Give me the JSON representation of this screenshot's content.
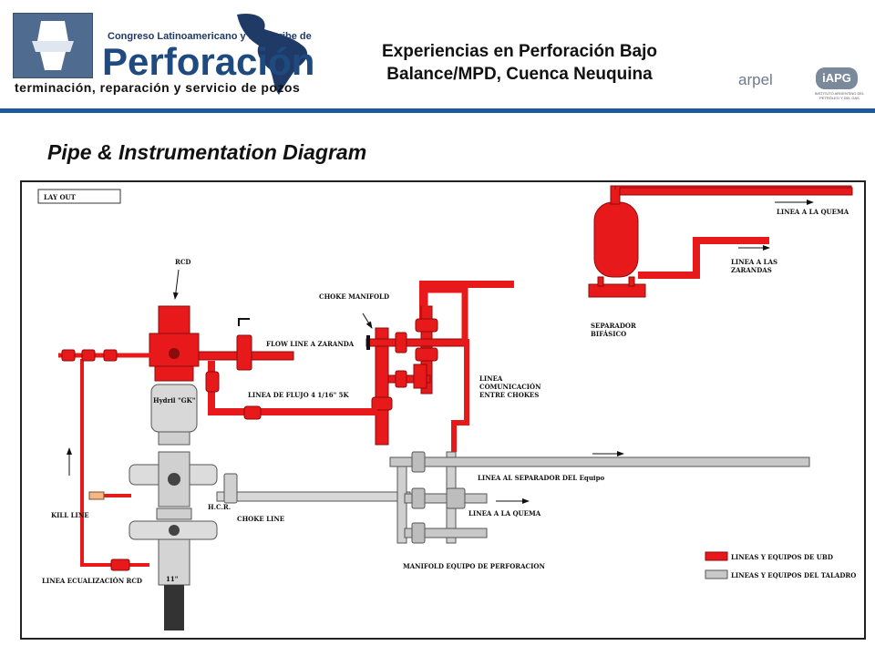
{
  "header": {
    "congress_line": "Congreso Latinoamericano y del Caribe de",
    "brand": "Perforación",
    "tagline": "terminación, reparación y servicio de pozos",
    "title_line1": "Experiencias en Perforación Bajo",
    "title_line2": "Balance/MPD, Cuenca Neuquina",
    "arpel_logo": "arpel",
    "iapg_logo": "iAPG",
    "iapg_sub": "INSTITUTO ARGENTINO DEL PETRÓLEO Y DEL GAS"
  },
  "subtitle": "Pipe & Instrumentation Diagram",
  "diagram": {
    "layout_box": "LAY OUT",
    "labels": {
      "rcd": "RCD",
      "choke_manifold": "CHOKE MANIFOLD",
      "flow_line": "FLOW LINE A ZARANDA",
      "linea_flujo": "LINEA DE FLUJO 4 1/16\" 5K",
      "hydril": "Hydril \"GK\"",
      "linea_com_1": "LINEA",
      "linea_com_2": "COMUNICACIÓN",
      "linea_com_3": "ENTRE CHOKES",
      "linea_quema_top": "LINEA A LA QUEMA",
      "linea_zarandas_1": "LINEA A LAS",
      "linea_zarandas_2": "ZARANDAS",
      "separador_1": "SEPARADOR",
      "separador_2": "BIFÁSICO",
      "linea_separador": "LINEA AL SEPARADOR DEL Equipo",
      "linea_quema_bottom": "LINEA A LA QUEMA",
      "hcr": "H.C.R.",
      "choke_line": "CHOKE LINE",
      "kill_line": "KILL LINE",
      "linea_ecualizacion": "LINEA ECUALIZACIÓN RCD",
      "manifold_equipo": "MANIFOLD EQUIPO DE PERFORACION",
      "wellhead_mark": "11\""
    },
    "legend": [
      {
        "label": "LINEAS Y EQUIPOS DE UBD",
        "color": "#e8191a"
      },
      {
        "label": "LINEAS Y EQUIPOS DEL TALADRO",
        "color": "#c8c8c8"
      }
    ],
    "colors": {
      "ubd_red": "#e8191a",
      "rig_grey": "#c8c8c8",
      "dark_red": "#8a0c0c"
    }
  }
}
